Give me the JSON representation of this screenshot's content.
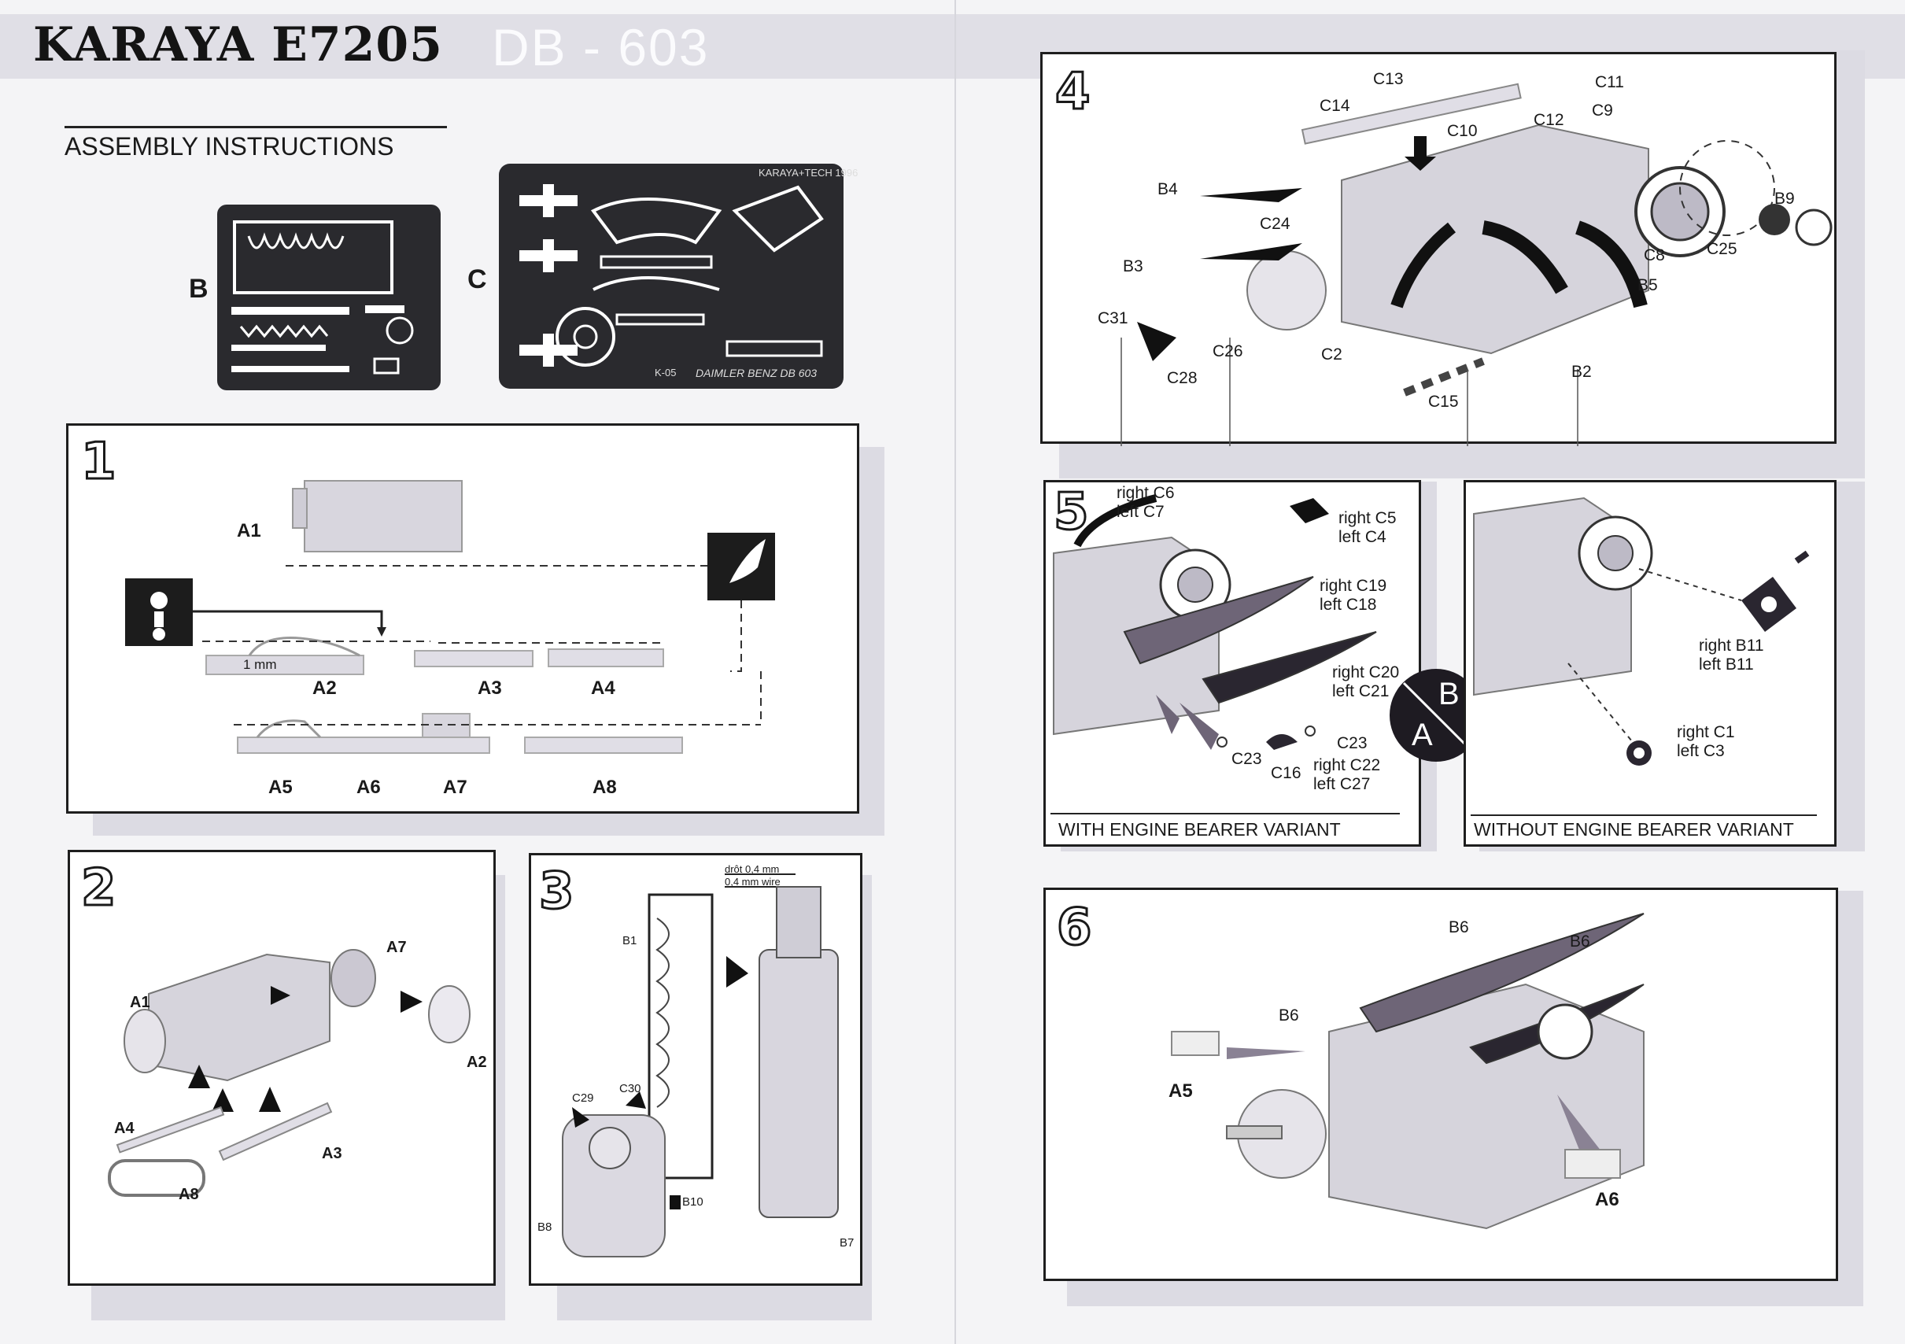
{
  "header": {
    "brand": "KARAYA E7205",
    "model": "DB - 603"
  },
  "subtitle": "ASSEMBLY INSTRUCTIONS",
  "frets": {
    "b_label": "B",
    "c_label": "C",
    "c_text": {
      "tech": "KARAYA+TECH 1996",
      "code": "K-05",
      "name": "DAIMLER BENZ DB 603"
    }
  },
  "step1": {
    "number": "1",
    "parts": [
      "A1",
      "A2",
      "A3",
      "A4",
      "A5",
      "A6",
      "A7",
      "A8"
    ],
    "dimension": "1 mm",
    "warning_icon": "exclamation-icon",
    "cut_icon": "knife-icon"
  },
  "step2": {
    "number": "2",
    "parts": [
      "A1",
      "A7",
      "A2",
      "A4",
      "A8",
      "A3"
    ]
  },
  "step3": {
    "number": "3",
    "note_line1": "drôt 0,4 mm",
    "note_line2": "0,4 mm wire",
    "parts": [
      "B1",
      "C29",
      "C30",
      "B10",
      "B8",
      "B7"
    ]
  },
  "step4": {
    "number": "4",
    "parts": [
      "C13",
      "C11",
      "C14",
      "C10",
      "C12",
      "C9",
      "B4",
      "C24",
      "B9",
      "C8",
      "C25",
      "B3",
      "B5",
      "C31",
      "C26",
      "C2",
      "C28",
      "B2",
      "C15"
    ]
  },
  "step5": {
    "number": "5",
    "labels": {
      "c6_c7": [
        "right C6",
        "left  C7"
      ],
      "c5_c4": [
        "right C5",
        "left  C4"
      ],
      "c19_c18": [
        "right C19",
        "left  C18"
      ],
      "c20_c21": [
        "right C20",
        "left  C21"
      ],
      "c23a": "C23",
      "c23b": "C23",
      "c16": "C16",
      "c22_c27": [
        "right C22",
        "left  C27"
      ]
    },
    "caption": "WITH ENGINE BEARER VARIANT",
    "variant_a": "A",
    "variant_b": "B"
  },
  "step5b": {
    "labels": {
      "b11": [
        "right B11",
        "left  B11"
      ],
      "c1_c3": [
        "right C1",
        "left   C3"
      ]
    },
    "caption": "WITHOUT ENGINE BEARER VARIANT"
  },
  "step6": {
    "number": "6",
    "parts": [
      "B6",
      "B6",
      "B6",
      "A5",
      "A6"
    ]
  }
}
